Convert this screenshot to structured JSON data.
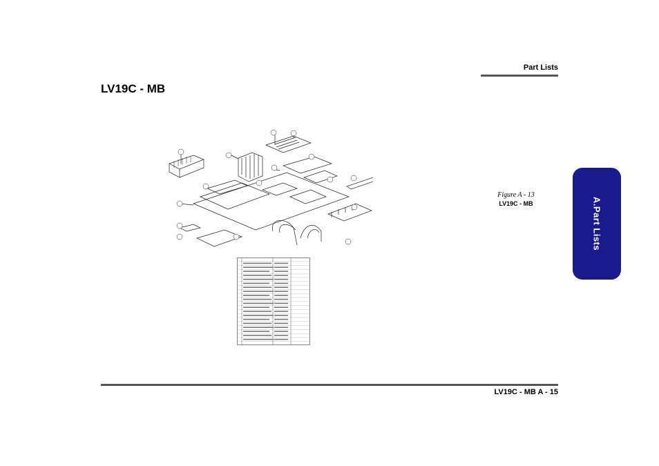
{
  "header": {
    "section_label": "Part Lists"
  },
  "page": {
    "title": "LV19C - MB"
  },
  "side_tab": {
    "label": "A.Part Lists"
  },
  "figure": {
    "caption_number": "Figure A - 13",
    "caption_title": "LV19C - MB"
  },
  "footer": {
    "page_ref": "LV19C - MB A  -  15"
  },
  "colors": {
    "tab": "#1a1a8c",
    "rule": "#555555"
  }
}
